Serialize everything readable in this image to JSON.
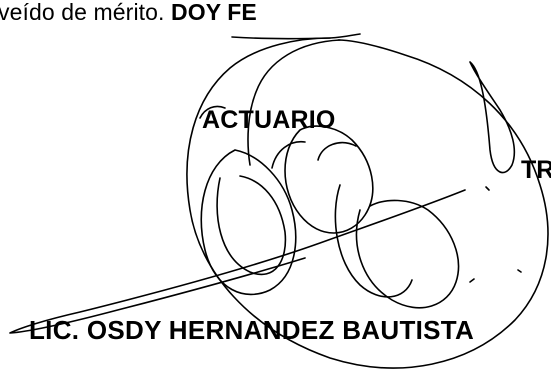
{
  "document": {
    "top_text": "veído de mérito.",
    "top_text_emphasis": "DOY FE",
    "role_title": "ACTUARIO",
    "truncated_right_text": "TR",
    "signer_name": "LIC. OSDY HERNANDEZ BAUTISTA"
  },
  "colors": {
    "ink": "#000000",
    "paper": "#ffffff"
  }
}
